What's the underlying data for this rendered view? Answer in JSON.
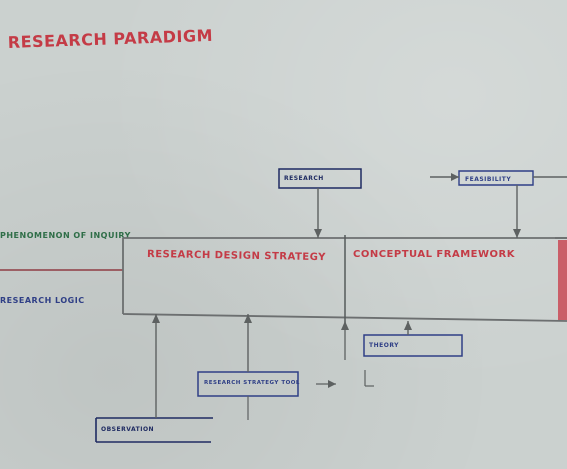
{
  "title": "RESEARCH PARADIGM",
  "left_labels": {
    "upper": "PHENOMENON OF INQUIRY",
    "lower": "RESEARCH LOGIC"
  },
  "process_labels": {
    "first": "RESEARCH DESIGN STRATEGY",
    "second": "CONCEPTUAL FRAMEWORK"
  },
  "boxes": {
    "top_left": "RESEARCH",
    "top_right": "FEASIBILITY",
    "middle_right": "THEORY",
    "middle_left": "RESEARCH STRATEGY TOOL",
    "bottom_left": "OBSERVATION"
  },
  "colors": {
    "red_ink": "#c43b46",
    "blue_ink": "#2f3f86",
    "green_ink": "#2f6e48",
    "graphite": "#5d6161"
  }
}
